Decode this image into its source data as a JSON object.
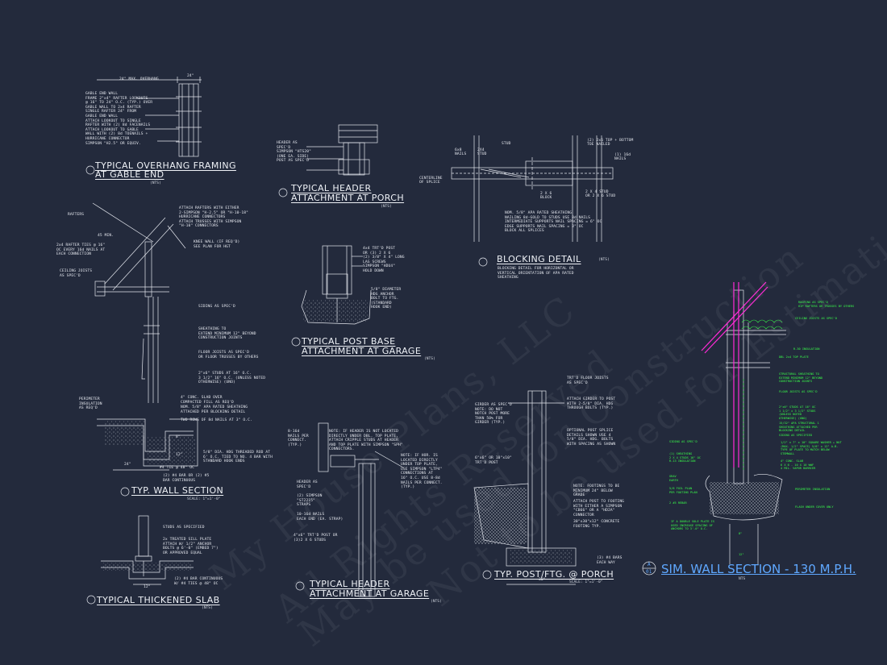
{
  "colors": {
    "background": "#232a3c",
    "lines": "#e4e7ee",
    "green_text": "#39ff4a",
    "magenta": "#ff2bd6",
    "blue_title": "#5fa8ff"
  },
  "watermarks": [
    "My House Plans, LLC",
    "All Rights Reserved",
    "May be used for Construction",
    "Not to be used for Estimations"
  ],
  "details": {
    "overhang": {
      "title_line1": "TYPICAL OVERHANG FRAMING",
      "title_line2": "AT GABLE END",
      "scale": "(NTS)",
      "dim_label": "24\" MAX. OVERHANG",
      "dim_value": "24\"",
      "notes": [
        "GABLE END WALL",
        "FRAME 2\"x4\" RAFTER LOOKOUTS",
        "@ 16\" TO 24\" O.C. (TYP.) OVER",
        "GABLE WALL TO 2x4 RAFTER",
        "SINGLE RAFTER 24\" FROM",
        "GABLE END WALL",
        "ATTACH LOOKOUT TO SINGLE",
        "RAFTER WITH (2) 8d FACENAILS",
        "ATTACH LOOKOUT TO GABLE",
        "WALL WITH (2) 8d TOENAILS +",
        "HURRICANE CONNECTOR",
        "SIMPSON \"H2.5\" OR EQUIV."
      ]
    },
    "header_porch": {
      "title_line1": "TYPICAL HEADER",
      "title_line2": "ATTACHMENT AT PORCH",
      "scale": "(NTS)",
      "notes": [
        "HEADER AS",
        "SPEC'D",
        "SIMPSON \"HTS20\"",
        "(ONE EA. SIDE)",
        "POST AS SPEC'D"
      ]
    },
    "blocking": {
      "title": "BLOCKING DETAIL",
      "scale": "(NTS)",
      "labels": [
        "6x8",
        "NAILS",
        "2X4",
        "STUD",
        "STUD",
        "(2) 2x6 TOP + BOTTOM",
        "TOE NAILED",
        "(1) 16d",
        "NAILS",
        "CENTERLINE",
        "OF SPLICE",
        "2 X 6",
        "BLOCK",
        "2 X 4 STUD",
        "OR 2 X 6 STUD"
      ],
      "notes": [
        "NOM. 5/8\" APA RATED SHEATHING",
        "NAILING 8d-GOLD TO STUDS USE 8d NAILS",
        "INTERMEDIATE SUPPORTS NAIL SPACING = 6\" OC",
        "EDGE SUPPORTS NAIL SPACING = 3\" OC",
        "BLOCK ALL SPLICES"
      ],
      "description": [
        "BLOCKING DETAIL FOR HORIZONTAL OR",
        "VERTICAL ORIENTATION OF APA RATED",
        "SHEATHING"
      ]
    },
    "wall_section": {
      "title": "TYP. WALL SECTION",
      "scale": "SCALE: 1\"=1'-0\"",
      "notes": [
        "RAFTERS",
        "45 MIN.",
        "2x4 RAFTER TIES @ 16\"",
        "OC EVERY 16d NAILS AT",
        "EACH CONNECTION",
        "CEILING JOISTS",
        "AS SPEC'D",
        "ATTACH RAFTERS WITH EITHER",
        "2-SIMPSON \"H-2.5\" OR \"H-10-18\"",
        "HURRICANE CONNECTORS",
        "ATTACH TRUSSES WITH SIMPSON",
        "\"H-10\" CONNECTORS",
        "KNEE WALL (IF REQ'D)",
        "SEE PLAN FOR HGT",
        "SIDING AS SPEC'D",
        "SHEATHING TO",
        "EXTEND MINIMUM 12\" BEYOND",
        "CONSTRUCTION JOINTS",
        "FLOOR JOISTS AS SPEC'D",
        "OR FLOOR TRUSSES BY OTHERS",
        "2\"x6\" STUDS AT 16\" O.C.",
        "3 1/2\" 16\" O.C. (UNLESS NOTED",
        "OTHERWISE) (UNO)",
        "PERIMETER",
        "INSULATION",
        "AS REQ'D",
        "4\" CONC. SLAB OVER",
        "COMPACTED FILL AS REQ'D",
        "NOM. 5/8\" APA RATED SHEATHING",
        "ATTACHED PER BLOCKING DETAIL",
        "TWO ROWS OF 8d NAILS AT 3\" O.C.",
        "5/8\" DIA. HDG THREADED ROD AT",
        "6' O.C. TIED TO NO. 4 BAR WITH",
        "STANDARD HOOK ENDS",
        "#4 TIE @ 48\" OC",
        "(2) #4 BAR OR (2) #5",
        "BAR CONTINUOUS",
        "24\"",
        "8\"",
        "12\""
      ]
    },
    "post_base": {
      "title_line1": "TYPICAL POST BASE",
      "title_line2": "ATTACHMENT AT GARAGE",
      "scale": "(NTS)",
      "notes": [
        "4x4 TRT'D POST",
        "OR (3) 2 X 6",
        "(2) 3/8\" X 4\" LONG",
        "LAG SCREWS",
        "SIMPSON \"HDU4\"",
        "HOLD DOWN",
        "5/8\" DIAMETER",
        "HDG ANCHOR",
        "BOLT TO FTG.",
        "(STANDARD",
        "HOOK END)"
      ]
    },
    "header_garage": {
      "title_line1": "TYPICAL HEADER",
      "title_line2": "ATTACHMENT AT GARAGE",
      "scale": "(NTS)",
      "notes": [
        "8-16d",
        "NAILS PER",
        "CONNECT.",
        "(TYP.)",
        "NOTE: IF HEADER IS NOT LOCATED",
        "DIRECTLY UNDER DBL. TOP PLATE,",
        "ATTACH CRIPPLE STUDS AT HEADER",
        "AND TOP PLATE WITH SIMPSON \"SPH\"",
        "CONNECTORS.",
        "NOTE: IF HOR. IS",
        "LOCATED DIRECTLY",
        "UNDER TOP PLATE,",
        "USE SIMPSON \"LTP4\"",
        "CONNECTIONS AT",
        "16\" O.C. USE 8-8d",
        "NAILS PER CONNECT.",
        "(TYP.)",
        "HEADER AS",
        "SPEC'D",
        "(2) SIMPSON",
        "\"ST2215\"",
        "STRAPS",
        "10-16d NAILS",
        "EACH END (EA. STRAP)",
        "4\"x6\" TRT'D POST OR",
        "(3)2 X 6 STUDS"
      ]
    },
    "thickened_slab": {
      "title": "TYPICAL THICKENED SLAB",
      "scale": "(NTS)",
      "notes": [
        "STUDS AS SPECIFIED",
        "2x TREATED SILL PLATE",
        "ATTACH W/ 1/2\" ANCHOR",
        "BOLTS @ 6'-0\" (EMBED 7\")",
        "OR APPROVED EQUAL",
        "(2) #4 BAR CONTINUOUS",
        "W/ #4 TIES @ 48\" OC",
        "12\""
      ]
    },
    "post_ftg": {
      "title": "TYP. POST/FTG. @ PORCH",
      "scale": "SCALE: 1\"=1'-0\"",
      "notes": [
        "GIRDER AS SPEC'D",
        "NOTE: DO NOT",
        "NOTCH POST MORE",
        "THAN 50% FOR",
        "GIRDER (TYP.)",
        "ATTACH GIRDER TO POST",
        "WITH 2-5/8\" DIA. HDG",
        "THROUGH BOLTS (TYP.)",
        "OPTIONAL POST SPLICE",
        "DETAILS SHOWN USE 4",
        "5/8\" DIA. HDG. BOLTS",
        "WITH SPACING AS SHOWN",
        "TRT'D FLOOR JOISTS",
        "AS SPEC'D",
        "6\"x6\" OR 10\"x10\"",
        "TRT'D POST",
        "NOTE: FOOTINGS TO BE",
        "MINIMUM 24\" BELOW",
        "GRADE",
        "ATTACH POST TO FOOTING",
        "WITH EITHER A SIMPSON",
        "\"CB66\" OR A \"HD2A\"",
        "CONNECTOR",
        "30\"x30\"x12\" CONCRETE",
        "FOOTING TYP.",
        "(3) #4 BARS",
        "EACH WAY",
        "30\""
      ]
    },
    "sim_wall": {
      "ref_top": "A",
      "ref_bottom": "01",
      "title": "SIM. WALL SECTION - 130 M.P.H.",
      "scale": "NTS",
      "notes": [
        "ROOFING AS SPEC'D",
        "HIP RAFTERS OR TRUSSES BY OTHERS",
        "CEILING JOISTS AS SPEC'D",
        "R-30 INSULATION",
        "DBL 2x4 TOP PLATE",
        "STRUCTURAL SHEATHING TO",
        "EXTEND MINIMUM 12\" BEYOND",
        "CONSTRUCTION JOINTS",
        "FLOOR JOISTS AS SPEC'D",
        "2\"x6\" STUDS AT 16\" OC",
        "1 1/2\" x 3 1/2\" STUDS",
        "(UNLESS NOTED",
        "OTHERWISE) (UNO)",
        "15/32\" APA STRUCTURAL 1",
        "SHEATHING ATTACHED PER",
        "BLOCKING DETAIL",
        "SIDING AS SPECIFIED",
        "SIDING AS SPEC'D",
        "(1) SHEATHING",
        "2 X 4 STUDS 16\" OC",
        "R-13 INSULATION",
        "GRAV",
        "EARTH",
        "5/8 FOIL PLAN",
        "PER FOOTING PLAN",
        "2 #5 REBAR",
        "1/2\" x 7\" x 10\" SQUARE WASHER + NUT",
        "(MAX. 1/2\" SPACE) 5/8\" x 12\" A.B.",
        "TYPE OF PLATE TO MATCH BELOW",
        "STEMWALL",
        "4\" CONC. SLAB",
        "6 X 6 - 10 X 10 WWF",
        "4 MIL. VAPOR BARRIER",
        "PERIMETER INSULATION",
        "FLASH UNDER COVER ONLY",
        "IF A DOUBLE SOLE PLATE IS",
        "USED INCREASE SPACING OF",
        "ANCHORS TO 3'-0\" O.C.",
        "8\"",
        "12\""
      ]
    }
  }
}
